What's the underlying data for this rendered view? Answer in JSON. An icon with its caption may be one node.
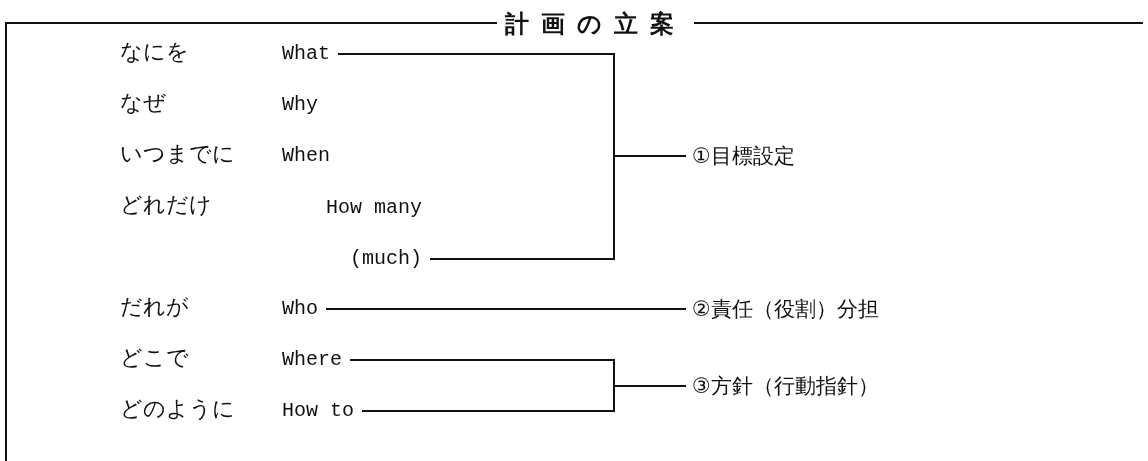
{
  "diagram": {
    "nodes": [
      {
        "text": [
          "計画の立案"
        ]
      },
      {
        "text": [
          "What"
        ],
        "in": 0
      },
      {
        "text": [
          "Why"
        ],
        "in": 0
      },
      {
        "text": [
          "When"
        ],
        "in": 0
      },
      {
        "text": [
          "How many (much)"
        ],
        "in": 0
      },
      {
        "text": [
          "Who"
        ],
        "in": 0
      },
      {
        "text": [
          "Where"
        ],
        "in": 0
      },
      {
        "text": [
          "How to"
        ],
        "in": 0
      },
      {
        "text": [
          "①目標設定"
        ],
        "in": 0
      },
      {
        "text": [
          "②責任（役割）分担"
        ],
        "in": 0
      },
      {
        "text": [
          "③方針（行動指針）"
        ],
        "in": 0
      }
    ],
    "edges": [
      {
        "from": 1,
        "to": 8,
        "arrow": "none"
      },
      {
        "from": 4,
        "to": 8,
        "arrow": "none"
      },
      {
        "from": 5,
        "to": 9,
        "arrow": "none"
      },
      {
        "from": 6,
        "to": 10,
        "arrow": "none"
      },
      {
        "from": 7,
        "to": 10,
        "arrow": "none"
      }
    ],
    "labels": [
      "なにを",
      "なぜ",
      "いつまでに",
      "どれだけ",
      "だれが",
      "どこで",
      "どのように"
    ]
  }
}
